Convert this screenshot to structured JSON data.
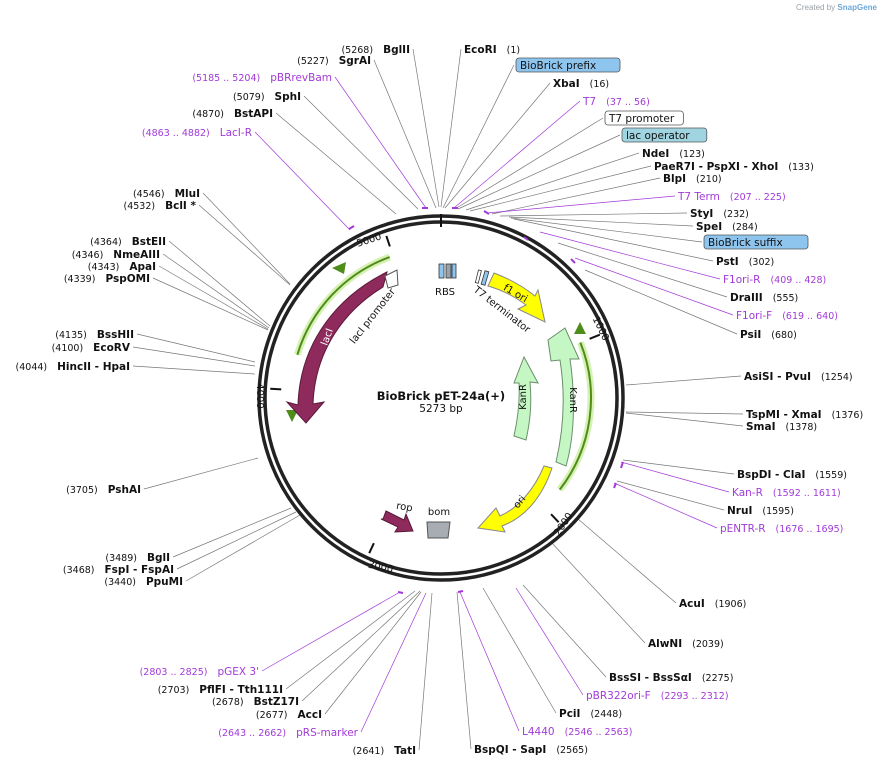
{
  "credit": {
    "prefix": "Created by",
    "brand": "SnapGene"
  },
  "plasmid": {
    "name": "BioBrick pET-24a(+)",
    "size": "5273 bp",
    "length": 5273
  },
  "colors": {
    "backbone": "#222222",
    "primer": "#a23ad8",
    "lacI": "#8e2a5c",
    "kanR": "#c5f7c5",
    "ori": "#ffff00",
    "f1ori": "#ffff00",
    "bom": "#a7adb3",
    "feature_line": "#79c131",
    "prefix_box": "#8ec5ef",
    "lac_box": "#9fd4e0"
  },
  "ticks": [
    "1000",
    "2000",
    "3000",
    "4000",
    "5000"
  ],
  "features": [
    {
      "name": "lacI",
      "kind": "lacI"
    },
    {
      "name": "lacI promoter",
      "kind": "lacI-promoter"
    },
    {
      "name": "RBS",
      "kind": "rbs"
    },
    {
      "name": "T7 terminator",
      "kind": "t7-terminator"
    },
    {
      "name": "f1 ori",
      "kind": "f1ori"
    },
    {
      "name": "KanR",
      "kind": "kanr-outer"
    },
    {
      "name": "KanR",
      "kind": "kanr-inner"
    },
    {
      "name": "ori",
      "kind": "ori"
    },
    {
      "name": "rop",
      "kind": "rop"
    },
    {
      "name": "bom",
      "kind": "bom"
    }
  ],
  "labels": [
    {
      "id": "bglII",
      "pos": "(5268)",
      "name": "BglII",
      "kind": "site"
    },
    {
      "id": "ecoRI",
      "name": "EcoRI",
      "pos": "(1)",
      "kind": "site"
    },
    {
      "id": "sgrAI",
      "pos": "(5227)",
      "name": "SgrAI",
      "kind": "site"
    },
    {
      "id": "prefix",
      "name": "BioBrick prefix",
      "kind": "box-blue"
    },
    {
      "id": "pBRrevBam",
      "pos": "(5185 .. 5204)",
      "name": "pBRrevBam",
      "kind": "primer"
    },
    {
      "id": "xbaI",
      "name": "XbaI",
      "pos": "(16)",
      "kind": "site"
    },
    {
      "id": "sphI",
      "pos": "(5079)",
      "name": "SphI",
      "kind": "site"
    },
    {
      "id": "t7",
      "name": "T7",
      "pos": "(37 .. 56)",
      "kind": "primer"
    },
    {
      "id": "bstAPI",
      "pos": "(4870)",
      "name": "BstAPI",
      "kind": "site"
    },
    {
      "id": "t7prom",
      "name": "T7 promoter",
      "kind": "box-white"
    },
    {
      "id": "lacIR",
      "pos": "(4863 .. 4882)",
      "name": "LacI-R",
      "kind": "primer"
    },
    {
      "id": "lacop",
      "name": "lac operator",
      "kind": "box-teal"
    },
    {
      "id": "ndeI",
      "name": "NdeI",
      "pos": "(123)",
      "kind": "site"
    },
    {
      "id": "paeR7I",
      "name": "PaeR7I  -  PspXI  -  XhoI",
      "pos": "(133)",
      "kind": "site"
    },
    {
      "id": "blpI",
      "name": "BlpI",
      "pos": "(210)",
      "kind": "site"
    },
    {
      "id": "mluI",
      "pos": "(4546)",
      "name": "MluI",
      "kind": "site"
    },
    {
      "id": "t7term",
      "name": "T7 Term",
      "pos": "(207 .. 225)",
      "kind": "primer"
    },
    {
      "id": "bclI",
      "pos": "(4532)",
      "name": "BclI *",
      "kind": "site"
    },
    {
      "id": "styI",
      "name": "StyI",
      "pos": "(232)",
      "kind": "site"
    },
    {
      "id": "speI",
      "name": "SpeI",
      "pos": "(284)",
      "kind": "site"
    },
    {
      "id": "bstEII",
      "pos": "(4364)",
      "name": "BstEII",
      "kind": "site"
    },
    {
      "id": "suffix",
      "name": "BioBrick suffix",
      "kind": "box-blue"
    },
    {
      "id": "nmeAIII",
      "pos": "(4346)",
      "name": "NmeAIII",
      "kind": "site"
    },
    {
      "id": "apaI",
      "pos": "(4343)",
      "name": "ApaI",
      "kind": "site"
    },
    {
      "id": "pstI",
      "name": "PstI",
      "pos": "(302)",
      "kind": "site"
    },
    {
      "id": "pspOMI",
      "pos": "(4339)",
      "name": "PspOMI",
      "kind": "site"
    },
    {
      "id": "f1oriR",
      "name": "F1ori-R",
      "pos": "(409 .. 428)",
      "kind": "primer"
    },
    {
      "id": "draIII",
      "name": "DraIII",
      "pos": "(555)",
      "kind": "site"
    },
    {
      "id": "f1oriF",
      "name": "F1ori-F",
      "pos": "(619 .. 640)",
      "kind": "primer"
    },
    {
      "id": "bstHII",
      "pos": "(4135)",
      "name": "BssHII",
      "kind": "site"
    },
    {
      "id": "psiI",
      "name": "PsiI",
      "pos": "(680)",
      "kind": "site"
    },
    {
      "id": "ecoRV",
      "pos": "(4100)",
      "name": "EcoRV",
      "kind": "site"
    },
    {
      "id": "hincII",
      "pos": "(4044)",
      "name": "HincII  -  HpaI",
      "kind": "site"
    },
    {
      "id": "asiSI",
      "name": "AsiSI  -  PvuI",
      "pos": "(1254)",
      "kind": "site"
    },
    {
      "id": "tspMI",
      "name": "TspMI  -  XmaI",
      "pos": "(1376)",
      "kind": "site"
    },
    {
      "id": "smaI",
      "name": "SmaI",
      "pos": "(1378)",
      "kind": "site"
    },
    {
      "id": "bspDI",
      "name": "BspDI  -  ClaI",
      "pos": "(1559)",
      "kind": "site"
    },
    {
      "id": "pshAI",
      "pos": "(3705)",
      "name": "PshAI",
      "kind": "site"
    },
    {
      "id": "kanR",
      "name": "Kan-R",
      "pos": "(1592 .. 1611)",
      "kind": "primer"
    },
    {
      "id": "nruI",
      "name": "NruI",
      "pos": "(1595)",
      "kind": "site"
    },
    {
      "id": "pENTRR",
      "name": "pENTR-R",
      "pos": "(1676 .. 1695)",
      "kind": "primer"
    },
    {
      "id": "bglI",
      "pos": "(3489)",
      "name": "BglI",
      "kind": "site"
    },
    {
      "id": "fspI",
      "pos": "(3468)",
      "name": "FspI  -  FspAI",
      "kind": "site"
    },
    {
      "id": "ppuMI",
      "pos": "(3440)",
      "name": "PpuMI",
      "kind": "site"
    },
    {
      "id": "acuI",
      "name": "AcuI",
      "pos": "(1906)",
      "kind": "site"
    },
    {
      "id": "alwNI",
      "name": "AlwNI",
      "pos": "(2039)",
      "kind": "site"
    },
    {
      "id": "pGEX3",
      "pos": "(2803 .. 2825)",
      "name": "pGEX 3'",
      "kind": "primer"
    },
    {
      "id": "bssSI",
      "name": "BssSI  -  BssSαI",
      "pos": "(2275)",
      "kind": "site"
    },
    {
      "id": "pflFI",
      "pos": "(2703)",
      "name": "PflFI  -  Tth111I",
      "kind": "site"
    },
    {
      "id": "pBR322",
      "name": "pBR322ori-F",
      "pos": "(2293 .. 2312)",
      "kind": "primer"
    },
    {
      "id": "bstZ17I",
      "pos": "(2678)",
      "name": "BstZ17I",
      "kind": "site"
    },
    {
      "id": "pciI",
      "name": "PciI",
      "pos": "(2448)",
      "kind": "site"
    },
    {
      "id": "accI",
      "pos": "(2677)",
      "name": "AccI",
      "kind": "site"
    },
    {
      "id": "pRS",
      "pos": "(2643 .. 2662)",
      "name": "pRS-marker",
      "kind": "primer"
    },
    {
      "id": "l4440",
      "name": "L4440",
      "pos": "(2546 .. 2563)",
      "kind": "primer"
    },
    {
      "id": "tatI",
      "pos": "(2641)",
      "name": "TatI",
      "kind": "site"
    },
    {
      "id": "bspQI",
      "name": "BspQI  -  SapI",
      "pos": "(2565)",
      "kind": "site"
    }
  ]
}
